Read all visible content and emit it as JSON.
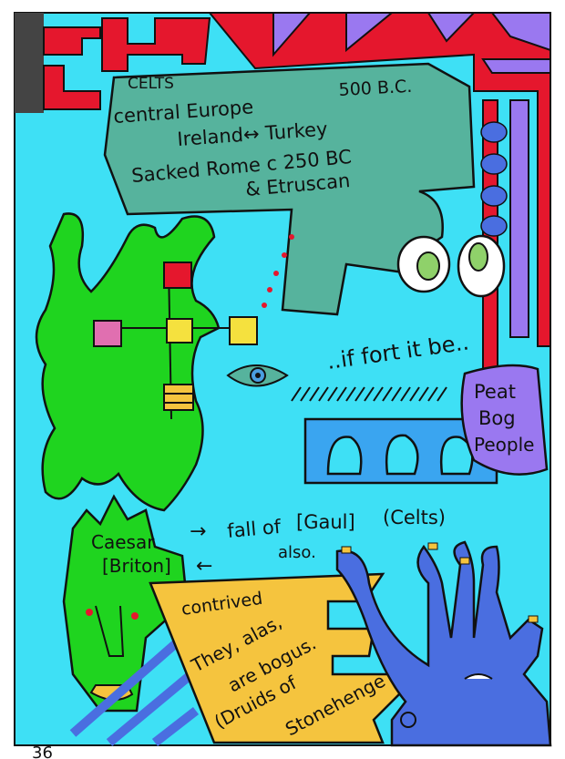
{
  "colors": {
    "background": "#3ee0f5",
    "red": "#e5172d",
    "purple": "#9a78f0",
    "teal": "#56b39d",
    "green": "#1fd41f",
    "yellow": "#f5c43e",
    "blue": "#4a6ee0",
    "ink": "#111111"
  },
  "title_letters": "Ch",
  "speech_box": {
    "heading": "CELTS",
    "lines": [
      "central Europe",
      "500 B.C.",
      "Ireland↔ Turkey",
      "Sacked Rome c 250 BC",
      "& Etruscan"
    ]
  },
  "quote": "..if fort it be..",
  "peat_bog": [
    "Peat",
    "Bog",
    "People"
  ],
  "caesar": {
    "name": "Caesar",
    "arrow_right": "→",
    "fall_of": "fall of",
    "gaul": "[Gaul]",
    "celts": "(Celts)",
    "also": "also.",
    "briton": "[Briton]",
    "arrow_left": "←"
  },
  "paper": {
    "line1": "contrived",
    "line2": "They, alas,",
    "line3": "are bogus.",
    "line4": "(Druids of",
    "line5": "Stonehenge"
  },
  "page_number": "36"
}
